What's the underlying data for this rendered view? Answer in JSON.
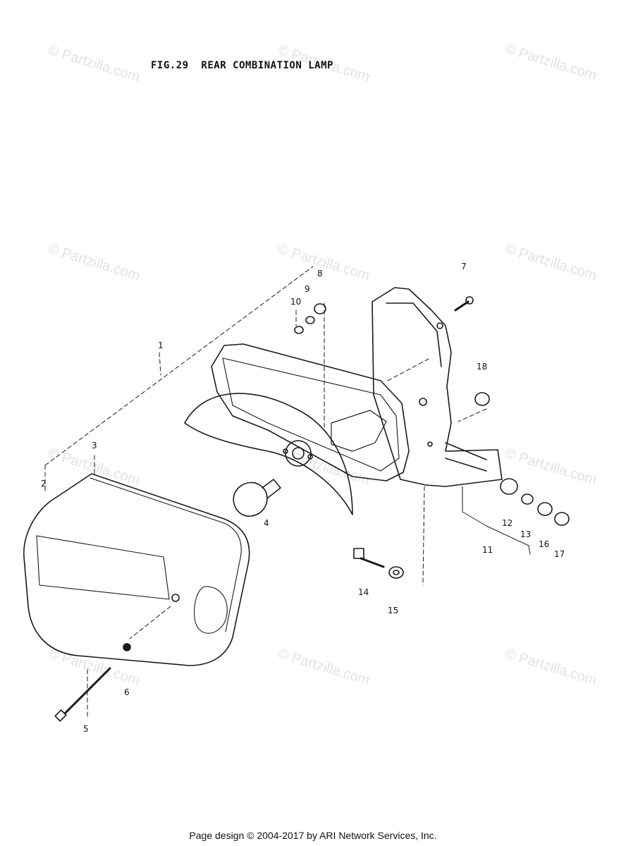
{
  "figure": {
    "title": "FIG.29  REAR COMBINATION LAMP"
  },
  "footer": {
    "text": "Page design © 2004-2017 by ARI Network Services, Inc."
  },
  "watermark": {
    "text": "© Partzilla.com",
    "color": "#e2e2e2"
  },
  "callouts": [
    "1",
    "2",
    "3",
    "4",
    "5",
    "6",
    "7",
    "8",
    "9",
    "10",
    "11",
    "12",
    "13",
    "14",
    "15",
    "16",
    "17",
    "18"
  ]
}
